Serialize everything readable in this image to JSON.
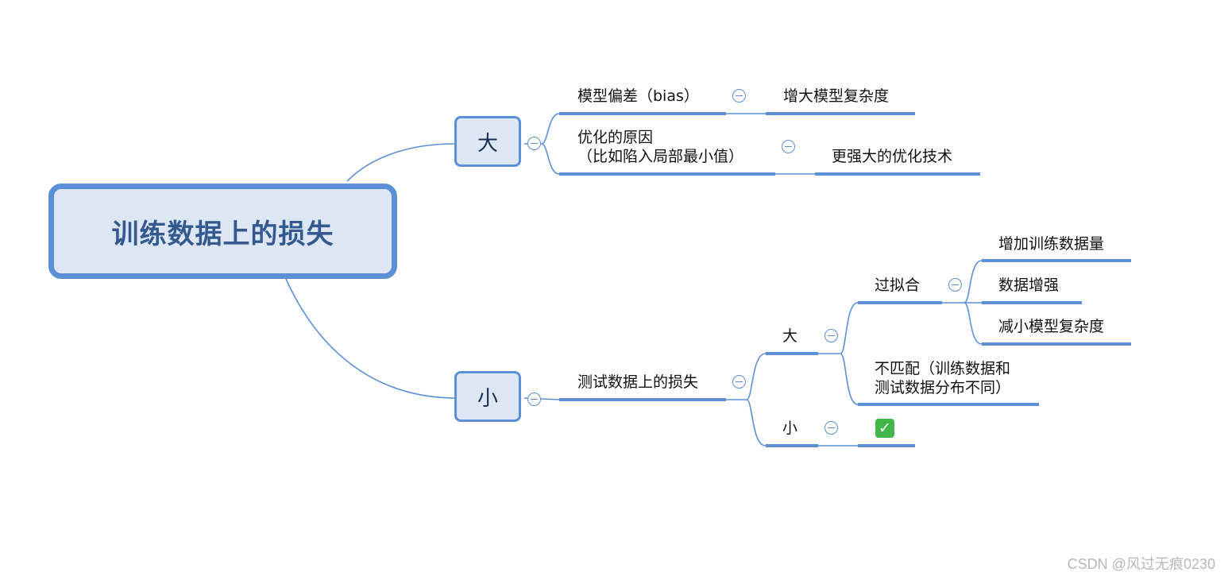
{
  "root": {
    "label": "训练数据上的损失"
  },
  "branch_large": {
    "label": "大",
    "children": {
      "bias": {
        "label": "模型偏差（bias）",
        "fix": "增大模型复杂度"
      },
      "optimization": {
        "label_line1": "优化的原因",
        "label_line2": "（比如陷入局部最小值）",
        "fix": "更强大的优化技术"
      }
    }
  },
  "branch_small": {
    "label": "小",
    "test_loss": {
      "label": "测试数据上的损失",
      "large": {
        "label": "大",
        "overfit": {
          "label": "过拟合",
          "fixes": [
            "增加训练数据量",
            "数据增强",
            "减小模型复杂度"
          ]
        },
        "mismatch": {
          "label_line1": "不匹配（训练数据和",
          "label_line2": "测试数据分布不同）"
        }
      },
      "small": {
        "label": "小",
        "result_icon": "check-mark-icon"
      }
    }
  },
  "colors": {
    "accent": "#5b8fd6",
    "node_fill": "#dde6f3",
    "root_text": "#34598f",
    "check": "#43b649"
  },
  "watermark": "CSDN @风过无痕0230"
}
